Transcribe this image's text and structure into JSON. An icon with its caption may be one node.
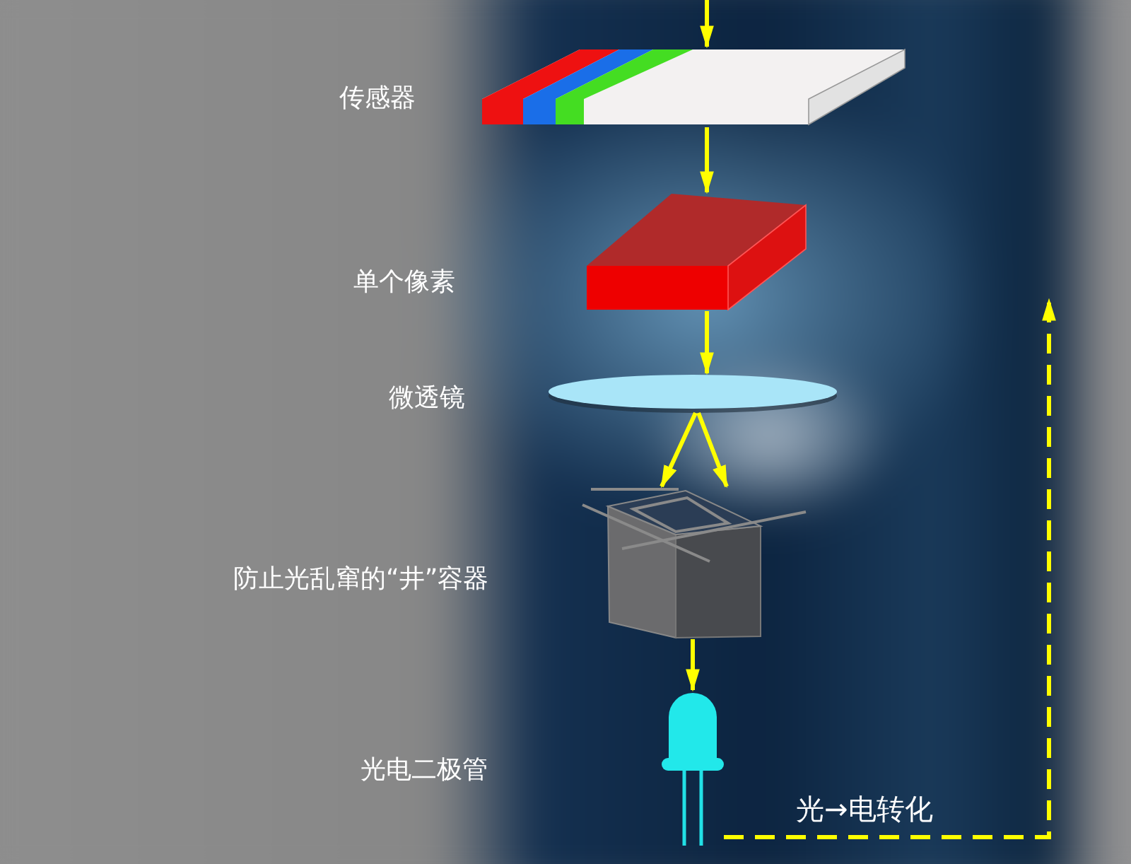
{
  "diagram": {
    "nodes": [
      {
        "text": [],
        "shape": "picture"
      },
      {
        "text": [],
        "shape": "picture"
      },
      {
        "text": [],
        "shape": "ellipse"
      },
      {
        "text": [],
        "shape": "picture"
      },
      {
        "text": [],
        "shape": "picture"
      }
    ],
    "labels": [
      "传感器",
      "单个像素",
      "微透镜",
      "防止光乱窜的“井”容器",
      "光电二极管"
    ],
    "edges": [
      {
        "from": null,
        "to": 0,
        "arrow": "to"
      },
      {
        "from": 0,
        "to": 1,
        "arrow": "to"
      },
      {
        "from": 1,
        "to": 2,
        "arrow": "to"
      },
      {
        "from": 2,
        "to": 3,
        "arrow": "to"
      },
      {
        "from": 2,
        "to": 3,
        "arrow": "to"
      },
      {
        "from": 3,
        "to": 4,
        "arrow": "to"
      },
      {
        "from": 4,
        "to": null,
        "arrow": "to",
        "style": "dashed",
        "label": "光→电转化"
      }
    ]
  }
}
